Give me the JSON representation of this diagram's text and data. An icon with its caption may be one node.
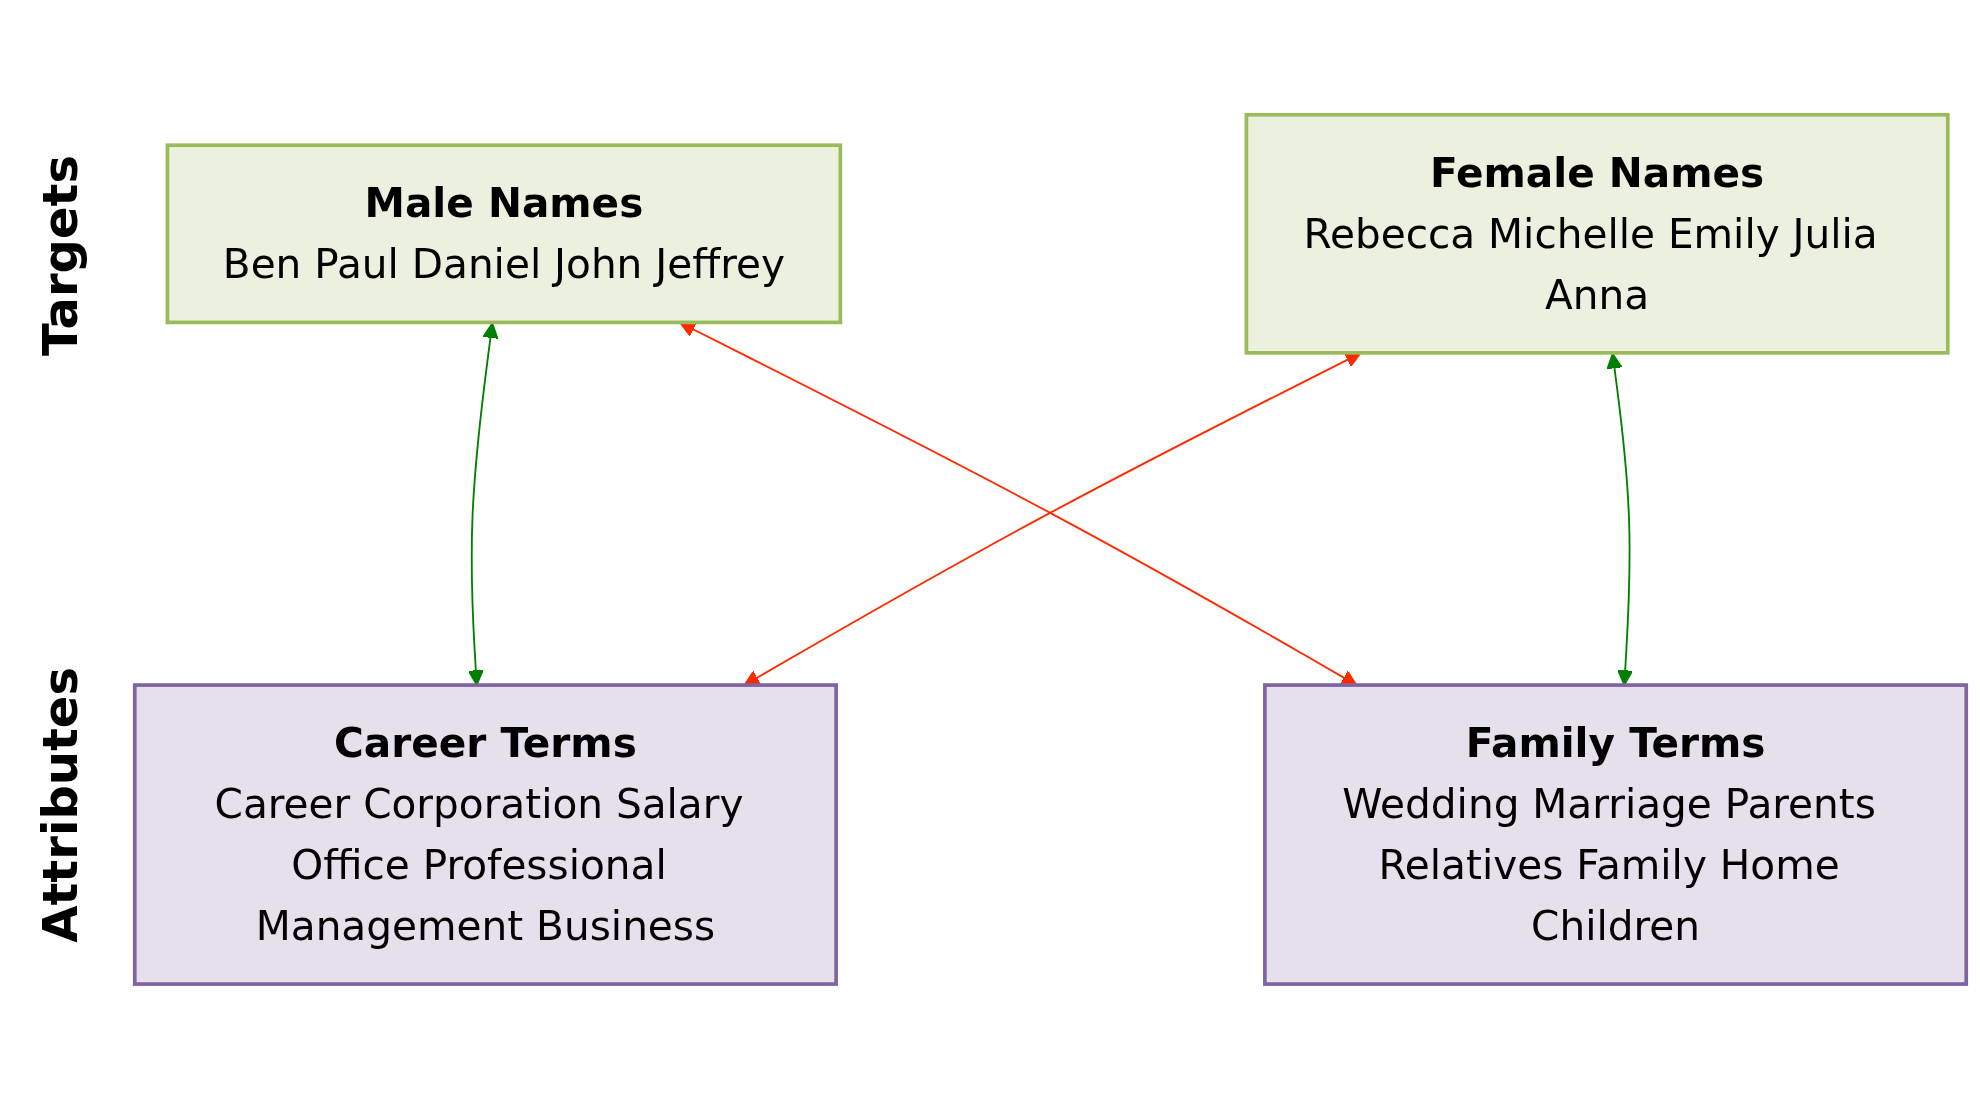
{
  "diagram": {
    "nodes": [
      {
        "text": [
          "Male Names",
          "Ben Paul Daniel John Jeffrey"
        ]
      },
      {
        "text": [
          "Female Names",
          "Rebecca Michelle Emily Julia Anna"
        ]
      },
      {
        "text": [
          "Career Terms",
          "Career Corporation Salary Office Professional Management Business"
        ]
      },
      {
        "text": [
          "Family Terms",
          "Wedding Marriage Parents Relatives Family Home Children"
        ]
      }
    ],
    "edges": [
      {
        "from": 0,
        "to": 2,
        "arrow": "both",
        "color": "#008000"
      },
      {
        "from": 0,
        "to": 3,
        "arrow": "both",
        "color": "#ff2a00"
      },
      {
        "from": 1,
        "to": 2,
        "arrow": "both",
        "color": "#ff2a00"
      },
      {
        "from": 1,
        "to": 3,
        "arrow": "both",
        "color": "#008000"
      }
    ],
    "labels": [
      "Targets",
      "Attributes"
    ]
  }
}
